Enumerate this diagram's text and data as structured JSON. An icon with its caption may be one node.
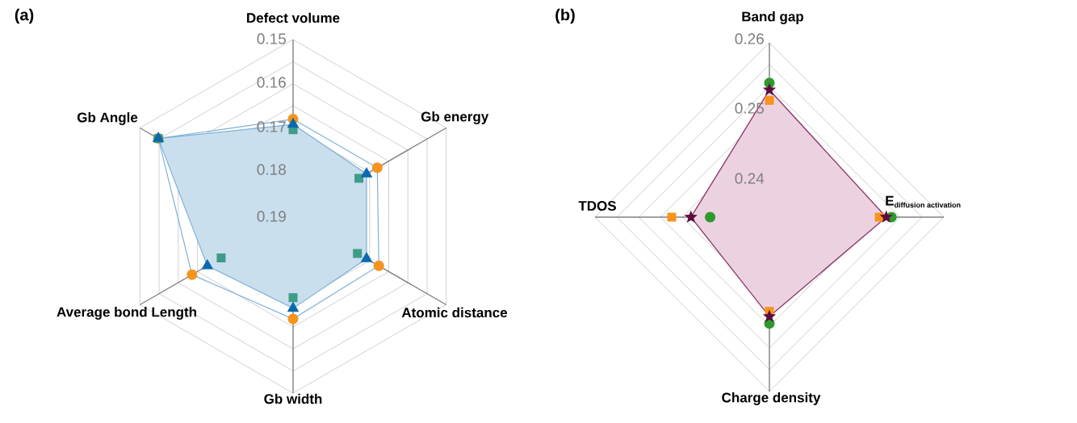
{
  "diagram": {
    "labels": [
      "(a)",
      "Defect volume",
      "0.15",
      "0.16",
      "Gb Angle",
      "Gb energy",
      "0.17",
      "0.18",
      "0.19",
      "Average bond Length",
      "Atomic distance",
      "Gb width",
      "(b)",
      "Band gap",
      "0.26",
      "0.25",
      "0.24",
      "TDOS",
      "\\mbox{E}_{\\mbox{\\small diffusion activation}}",
      "Charge density"
    ]
  }
}
